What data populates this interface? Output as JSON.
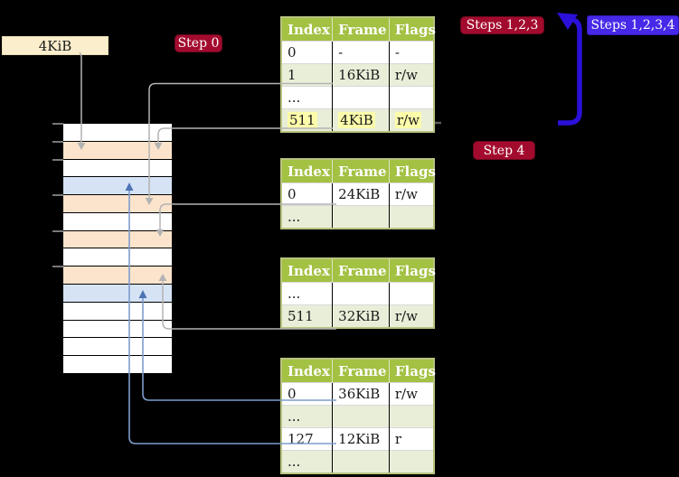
{
  "colors": {
    "background": "#000000",
    "table_header_green": "#a3c143",
    "table_row_green": "#e8eed8",
    "table_border_olive": "#b8c37f",
    "memory_orange": "#fce4cc",
    "memory_blue": "#d5e3f5",
    "highlight_yellow": "#fcfcab",
    "label_cream": "#fbeecd",
    "badge_red": "#a30b2e",
    "badge_blue": "#4629e8",
    "arrow_blue": "#2a10d8",
    "connector_gray": "#b3b3b3",
    "connector_blue": "#7e9ccd",
    "connector_blue_head": "#4d74b3",
    "tick_gray": "#777777"
  },
  "page_size_label": "4KiB",
  "badges": {
    "step0": "Step 0",
    "steps123": "Steps 1,2,3",
    "steps1234": "Steps 1,2,3,4",
    "step4": "Step 4"
  },
  "memory": {
    "rows": [
      "white",
      "orange",
      "white",
      "blue",
      "orange",
      "white",
      "orange",
      "white",
      "orange",
      "blue",
      "white",
      "white",
      "white",
      "white"
    ]
  },
  "tables": [
    {
      "id": "page-table-top",
      "headers": [
        "Index",
        "Frame",
        "Flags"
      ],
      "rows": [
        {
          "cells": [
            "0",
            "-",
            "-"
          ],
          "shaded": false,
          "highlighted": false
        },
        {
          "cells": [
            "1",
            "16KiB",
            "r/w"
          ],
          "shaded": true,
          "highlighted": false
        },
        {
          "cells": [
            "...",
            "",
            ""
          ],
          "shaded": false,
          "highlighted": false
        },
        {
          "cells": [
            "511",
            "4KiB",
            "r/w"
          ],
          "shaded": true,
          "highlighted": true
        }
      ]
    },
    {
      "id": "page-table-second",
      "headers": [
        "Index",
        "Frame",
        "Flags"
      ],
      "rows": [
        {
          "cells": [
            "0",
            "24KiB",
            "r/w"
          ],
          "shaded": false,
          "highlighted": false
        },
        {
          "cells": [
            "...",
            "",
            ""
          ],
          "shaded": true,
          "highlighted": false
        }
      ]
    },
    {
      "id": "page-table-third",
      "headers": [
        "Index",
        "Frame",
        "Flags"
      ],
      "rows": [
        {
          "cells": [
            "...",
            "",
            ""
          ],
          "shaded": false,
          "highlighted": false
        },
        {
          "cells": [
            "511",
            "32KiB",
            "r/w"
          ],
          "shaded": true,
          "highlighted": false
        }
      ]
    },
    {
      "id": "page-table-bottom",
      "headers": [
        "Index",
        "Frame",
        "Flags"
      ],
      "rows": [
        {
          "cells": [
            "0",
            "36KiB",
            "r/w"
          ],
          "shaded": false,
          "highlighted": false
        },
        {
          "cells": [
            "...",
            "",
            ""
          ],
          "shaded": true,
          "highlighted": false
        },
        {
          "cells": [
            "127",
            "12KiB",
            "r"
          ],
          "shaded": false,
          "highlighted": false
        },
        {
          "cells": [
            "...",
            "",
            ""
          ],
          "shaded": true,
          "highlighted": false
        }
      ]
    }
  ]
}
